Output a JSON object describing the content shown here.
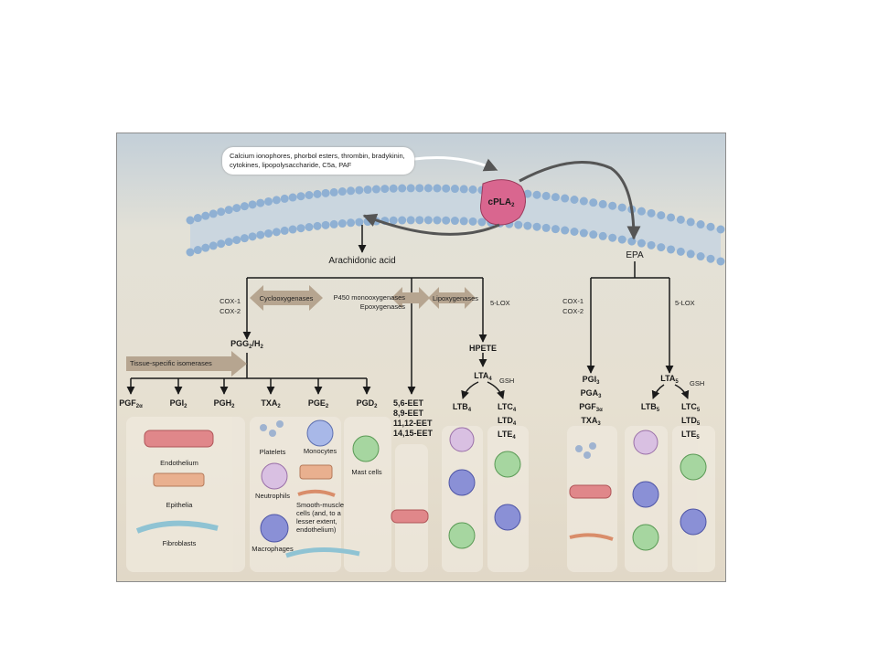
{
  "stimuli": "Calcium ionophores, phorbol esters, thrombin, bradykinin, cytokines, lipopolysaccharide, C5a, PAF",
  "cpla2": {
    "t": "cPLA",
    "s": "2"
  },
  "arachidonic_acid": "Arachidonic acid",
  "epa": "EPA",
  "cox_left": [
    "COX-1",
    "COX-2"
  ],
  "cyclooxygenases": "Cyclooxygenases",
  "p450": [
    "P450 monooxygenases",
    "Epoxygenases"
  ],
  "lipoxygenases": "Lipoxygenases",
  "lox_left": "5-LOX",
  "pgg2h2": {
    "t": "PGG",
    "s": "2",
    "t2": "/H",
    "s2": "2"
  },
  "isomerases": "Tissue-specific isomerases",
  "hpete": "HPETE",
  "lta4": {
    "t": "LTA",
    "s": "4"
  },
  "gsh_left": "GSH",
  "products_left": [
    {
      "t": "PGF",
      "s": "2α"
    },
    {
      "t": "PGI",
      "s": "2"
    },
    {
      "t": "PGH",
      "s": "2"
    },
    {
      "t": "TXA",
      "s": "2"
    },
    {
      "t": "PGE",
      "s": "2"
    },
    {
      "t": "PGD",
      "s": "2"
    }
  ],
  "eets": [
    "5,6-EET",
    "8,9-EET",
    "11,12-EET",
    "14,15-EET"
  ],
  "ltb4": {
    "t": "LTB",
    "s": "4"
  },
  "ltc4_group": [
    {
      "t": "LTC",
      "s": "4"
    },
    {
      "t": "LTD",
      "s": "4"
    },
    {
      "t": "LTE",
      "s": "4"
    }
  ],
  "cox_right": [
    "COX-1",
    "COX-2"
  ],
  "lox_right": "5-LOX",
  "pg3_group": [
    {
      "t": "PGI",
      "s": "3"
    },
    {
      "t": "PGA",
      "s": "3"
    },
    {
      "t": "PGF",
      "s": "3α"
    },
    {
      "t": "TXA",
      "s": "3"
    }
  ],
  "lta5": {
    "t": "LTA",
    "s": "5"
  },
  "gsh_right": "GSH",
  "ltb5": {
    "t": "LTB",
    "s": "5"
  },
  "ltc5_group": [
    {
      "t": "LTC",
      "s": "5"
    },
    {
      "t": "LTD",
      "s": "5"
    },
    {
      "t": "LTE",
      "s": "5"
    }
  ],
  "cells": {
    "endothelium": "Endothelium",
    "epithelia": "Epithelia",
    "fibroblasts": "Fibroblasts",
    "platelets": "Platelets",
    "neutrophils": "Neutrophils",
    "macrophages": "Macrophages",
    "monocytes": "Monocytes",
    "smooth_muscle": [
      "Smooth-muscle",
      "cells (and, to a",
      "lesser extent,",
      "endothelium)"
    ],
    "mast_cells": "Mast cells"
  },
  "colors": {
    "membrane_head": "#8fb0d3",
    "membrane_tail": "#b7c7d6",
    "cpla2": "#d9668f",
    "enzyme_arrow": "#b6a590",
    "arrow": "#1a1a1a",
    "panel": "#efe9de"
  }
}
